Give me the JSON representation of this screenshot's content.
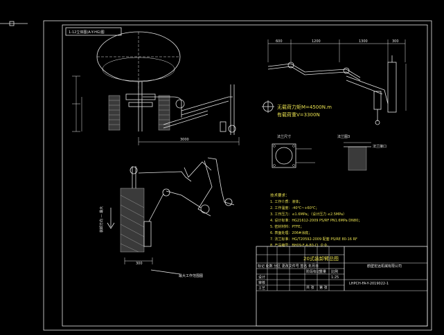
{
  "drawing": {
    "label_box": "1-12立体图(A-Y-HG)图",
    "dim_3000": "3000",
    "dim_bottom": "300",
    "force_1": "无载荷力矩M=4500N.m",
    "force_2": "有载荷重V=3300N",
    "dims_top": [
      "600",
      "1200",
      "1300",
      "300"
    ],
    "detail_a": "法兰尺寸",
    "detail_b": "法兰图3",
    "detail_c": "法兰接口",
    "vert_label": "装卸方向 — 最大",
    "bottom_note": "最大工作范围图",
    "notes_title": "技术要求：",
    "notes": [
      "1. 工作介质：液体；",
      "2. 工作温度：-40℃~+60℃；",
      "3. 工作压力：≤1.6MPa；（设计压力 ≤2.5MPa）",
      "4. 设计标准：HG21612-2009 PS/RF PN1.6MPa DN80；",
      "5. 密封材料：PTFE；",
      "6. 表面处理：206#涂底；",
      "7. 法兰标准：HG/T20592-2009 配套 PS/RE 80-16 RF",
      "8. 产品编号：BH09-F-A-80-CL  企业。"
    ]
  },
  "title_block": {
    "name": "20式装卸臂总图",
    "company": "鹤壁宏远机械有限公司",
    "drawing_no": "LHPCH-FA-Y-2019022-1",
    "header_row": "标记 处数 分区 更改文件号 签名 年月日",
    "roles": [
      "设计",
      "审核",
      "工艺"
    ],
    "cells": [
      "阶段标记",
      "重量",
      "比例",
      "1:25",
      "共 张",
      "第 张"
    ]
  }
}
